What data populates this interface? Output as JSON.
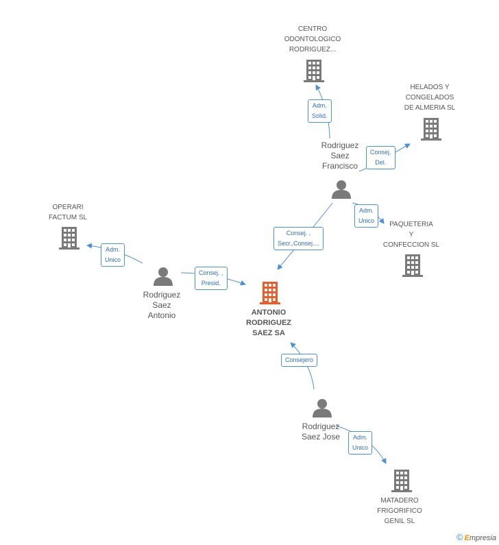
{
  "colors": {
    "edge": "#4a90d9",
    "building": "#7a7a7a",
    "main_building": "#f05a28",
    "person": "#7a7a7a"
  },
  "nodes": {
    "main": {
      "lines": [
        "ANTONIO",
        "RODRIGUEZ",
        "SAEZ SA"
      ]
    },
    "centro": {
      "lines": [
        "CENTRO",
        "ODONTOLOGICO",
        "RODRIGUEZ..."
      ]
    },
    "helados": {
      "lines": [
        "HELADOS Y",
        "CONGELADOS",
        "DE ALMERIA SL"
      ]
    },
    "paqueteria": {
      "lines": [
        "PAQUETERIA",
        "Y",
        "CONFECCION SL"
      ]
    },
    "operari": {
      "lines": [
        "OPERARI",
        "FACTUM SL"
      ]
    },
    "matadero": {
      "lines": [
        "MATADERO",
        "FRIGORIFICO",
        "GENIL SL"
      ]
    },
    "francisco": {
      "lines": [
        "Rodriguez",
        "Saez",
        "Francisco"
      ]
    },
    "antonio": {
      "lines": [
        "Rodriguez",
        "Saez",
        "Antonio"
      ]
    },
    "jose": {
      "lines": [
        "Rodriguez",
        "Saez Jose"
      ]
    }
  },
  "edges": {
    "francisco_centro": {
      "lines": [
        "Adm.",
        "Solid."
      ]
    },
    "francisco_helados": {
      "lines": [
        "Consej.",
        "Del."
      ]
    },
    "francisco_paqueteria": {
      "lines": [
        "Adm.",
        "Unico"
      ]
    },
    "francisco_main": {
      "lines": [
        "Consej. ,",
        "Secr.,Consej...."
      ]
    },
    "antonio_operari": {
      "lines": [
        "Adm.",
        "Unico"
      ]
    },
    "antonio_main": {
      "lines": [
        "Consej. ,",
        "Presid."
      ]
    },
    "jose_main": {
      "lines": [
        "Consejero"
      ]
    },
    "jose_matadero": {
      "lines": [
        "Adm.",
        "Unico"
      ]
    }
  },
  "brand": {
    "copyright": "©",
    "e": "E",
    "rest": "mpresia"
  }
}
